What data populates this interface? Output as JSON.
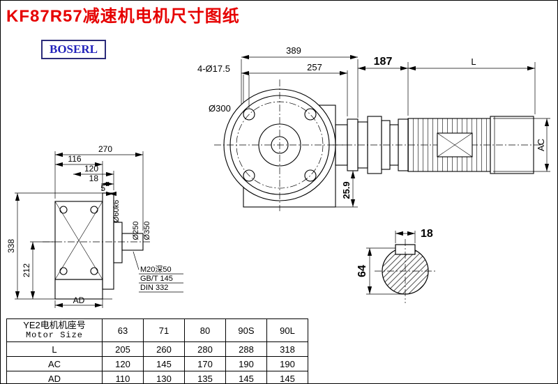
{
  "page": {
    "title": "KF87R57减速机电机尺寸图纸",
    "brand": "BOSERL"
  },
  "front_view": {
    "d270": "270",
    "d116": "116",
    "d120": "120",
    "d18": "18",
    "d5": "5",
    "d338": "338",
    "d212": "212",
    "dAD": "AD",
    "shaft_dia": "Ø60k6",
    "spigot_dia": "Ø250",
    "flange_dia": "Ø350",
    "note1": "M20深50",
    "note2": "GB/T 145",
    "note3": "DIN 332"
  },
  "flange_view": {
    "d389": "389",
    "d257": "257",
    "holes": "4-Ø17.5",
    "bolt_circle": "Ø300",
    "d259": "25.9"
  },
  "motor_view": {
    "d187": "187",
    "dL": "L",
    "dAC": "AC"
  },
  "shaft_view": {
    "key": "18",
    "dia": "64"
  },
  "table": {
    "header": {
      "line1": "YE2电机机座号",
      "line2": "Motor Size"
    },
    "columns": [
      "63",
      "71",
      "80",
      "90S",
      "90L"
    ],
    "rows": [
      {
        "label": "L",
        "values": [
          "205",
          "260",
          "280",
          "288",
          "318"
        ]
      },
      {
        "label": "AC",
        "values": [
          "120",
          "145",
          "170",
          "190",
          "190"
        ]
      },
      {
        "label": "AD",
        "values": [
          "110",
          "130",
          "135",
          "145",
          "145"
        ]
      }
    ]
  }
}
